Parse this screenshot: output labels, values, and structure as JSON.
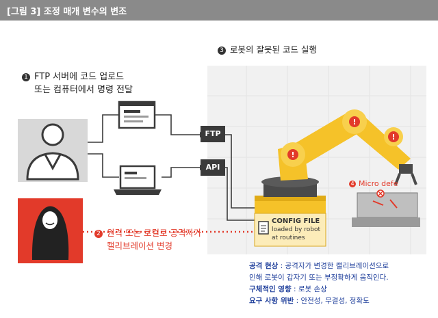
{
  "title": "[그림 3] 조정 매개 변수의 변조",
  "step1": {
    "number": "1",
    "line1": "FTP 서버에 코드 업로드",
    "line2": "또는 컴퓨터에서 명령 전달"
  },
  "step2": {
    "number": "2",
    "line1": "원격 또는 로컬로 공격자가",
    "line2": "캘리브레이션 변경"
  },
  "step3": {
    "number": "3",
    "text": "로봇의 잘못된 코드 실행"
  },
  "step4": {
    "number": "4",
    "text": "Micro defe"
  },
  "ftp_label": "FTP",
  "api_label": "API",
  "config": {
    "line1": "CONFIG FILE",
    "line2": "loaded by robot",
    "line3": "at routines"
  },
  "summary": {
    "attack_label": "공격 현상",
    "attack_text": " : 공격자가 변경한 캘리브레이션으로",
    "attack_text2": "인해 로봇이 갑자기 또는 부정확하게 움직인다.",
    "impact_label": "구체적인 영향",
    "impact_text": " : 로봇 손상",
    "req_label": "요구 사항 위반",
    "req_text": " : 안전성, 무결성, 정확도"
  },
  "colors": {
    "title_bar": "#8a8a8a",
    "box": "#3a3a3a",
    "attacker": "#e23a2a",
    "robot": "#f5c229",
    "summary_text": "#1f3f9b"
  },
  "icons": [
    "user-icon",
    "attacker-icon",
    "server-window-icon",
    "laptop-icon",
    "robot-arm-icon",
    "warning-icon",
    "document-icon"
  ]
}
